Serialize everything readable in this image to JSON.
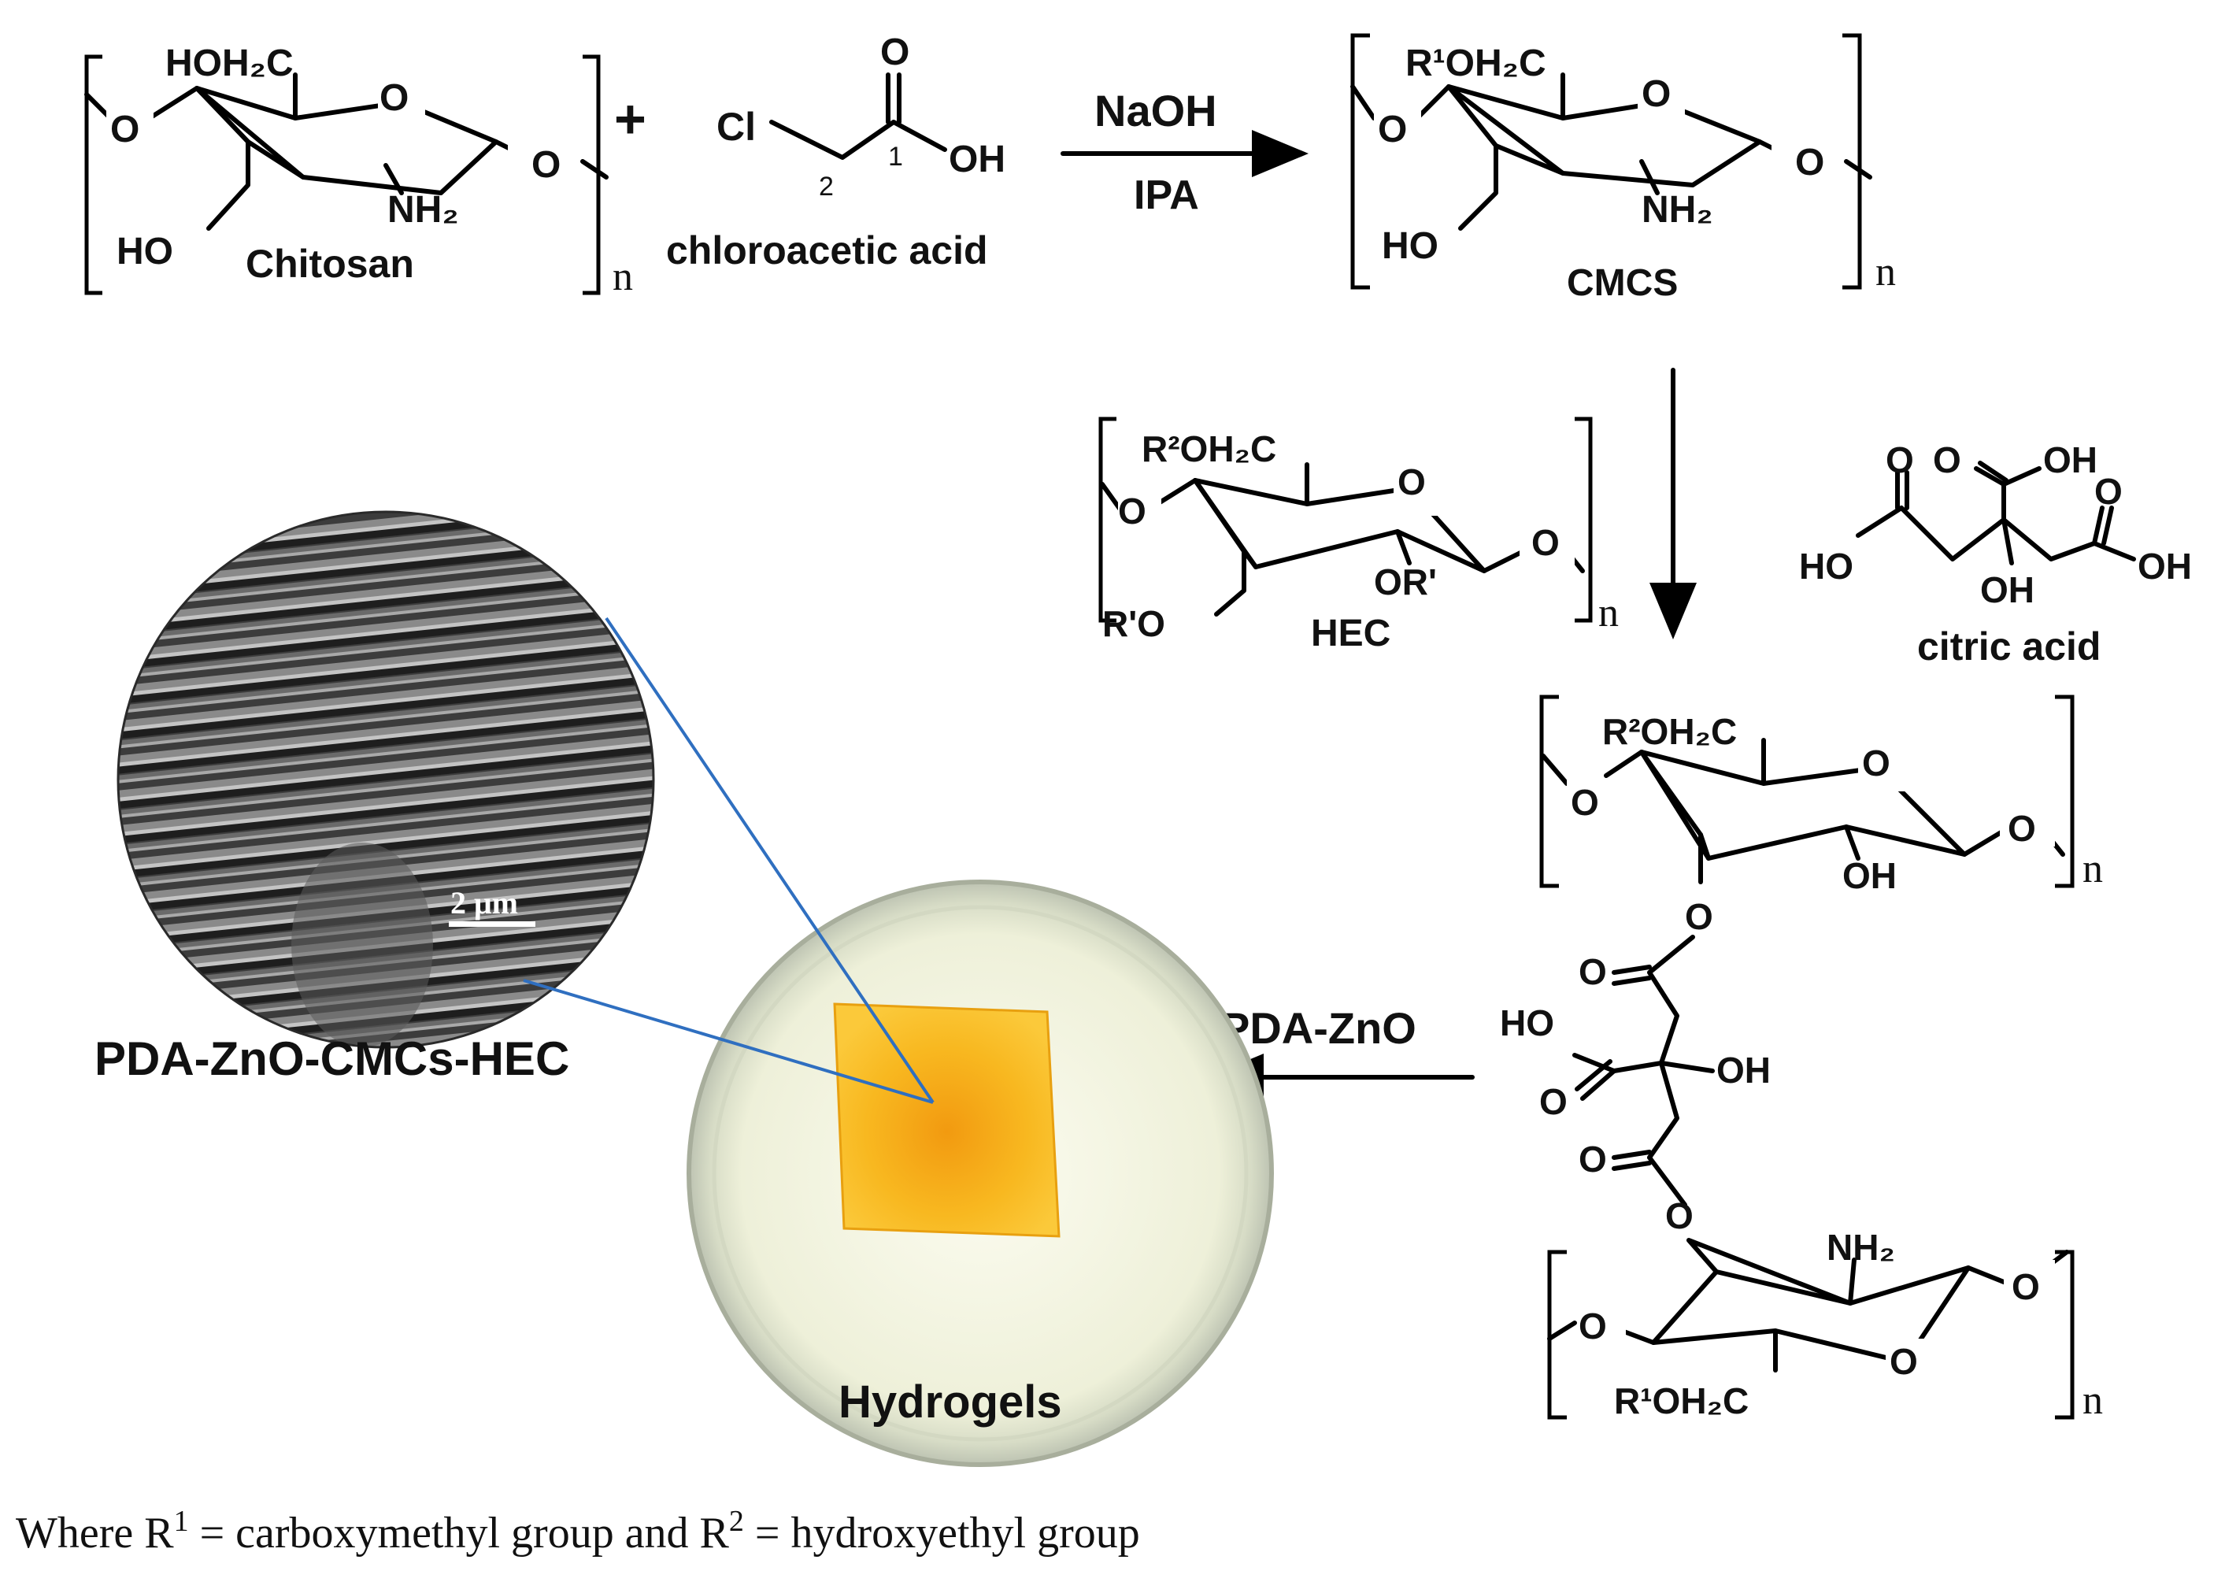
{
  "reactants": {
    "chitosan": "Chitosan",
    "chloroacetic_acid": "chloroacetic acid",
    "plus": "+",
    "cl": "Cl",
    "carbon1": "1",
    "carbon2": "2",
    "o_carbonyl": "O",
    "oh": "OH"
  },
  "groups": {
    "hoh2c": "HOH₂C",
    "r1oh2c": "R¹OH₂C",
    "r2oh2c": "R²OH₂C",
    "nh2": "NH₂",
    "ho": "HO",
    "oh": "OH",
    "o": "O",
    "or_prime": "OR'",
    "r_prime_o": "R'O",
    "n": "n"
  },
  "step1": {
    "reagent": "NaOH",
    "solvent": "IPA"
  },
  "products": {
    "cmcs": "CMCS",
    "hec": "HEC",
    "citric_acid": "citric acid"
  },
  "step3": {
    "reagent": "PDA-ZnO"
  },
  "images": {
    "sem_label": "PDA-ZnO-CMCs-HEC",
    "scale_bar": "2 μm",
    "hydrogel_label": "Hydrogels"
  },
  "footnote": {
    "text_a": "Where R",
    "sup_a": "1",
    "text_b": " = carboxymethyl group and R",
    "sup_b": "2",
    "text_c": " = hydroxyethyl group"
  }
}
